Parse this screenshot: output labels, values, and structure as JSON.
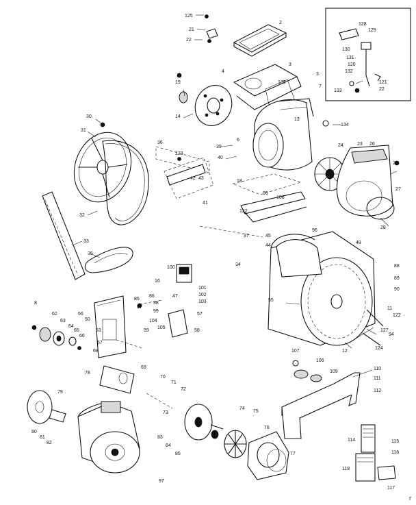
{
  "diagram": {
    "corner_mark": "r",
    "labels": [
      {
        "id": "l125",
        "text": "125"
      },
      {
        "id": "l2a",
        "text": "2"
      },
      {
        "id": "l21",
        "text": "21"
      },
      {
        "id": "l22a",
        "text": "22"
      },
      {
        "id": "l3a",
        "text": "3"
      },
      {
        "id": "l4",
        "text": "4"
      },
      {
        "id": "l3b",
        "text": "3"
      },
      {
        "id": "l135",
        "text": "135"
      },
      {
        "id": "l7",
        "text": "7"
      },
      {
        "id": "l19",
        "text": "19"
      },
      {
        "id": "l14",
        "text": "14"
      },
      {
        "id": "l13",
        "text": "13"
      },
      {
        "id": "l134",
        "text": "134"
      },
      {
        "id": "l128",
        "text": "128"
      },
      {
        "id": "l129",
        "text": "129"
      },
      {
        "id": "l130",
        "text": "130"
      },
      {
        "id": "l131",
        "text": "131"
      },
      {
        "id": "l120",
        "text": "120"
      },
      {
        "id": "l132",
        "text": "132"
      },
      {
        "id": "l133",
        "text": "133"
      },
      {
        "id": "l121",
        "text": "121"
      },
      {
        "id": "l22b",
        "text": "22"
      },
      {
        "id": "l30",
        "text": "30"
      },
      {
        "id": "l31",
        "text": "31"
      },
      {
        "id": "l36",
        "text": "36"
      },
      {
        "id": "l123",
        "text": "123"
      },
      {
        "id": "l42",
        "text": "42"
      },
      {
        "id": "l43",
        "text": "43"
      },
      {
        "id": "l41",
        "text": "41"
      },
      {
        "id": "l39",
        "text": "39"
      },
      {
        "id": "l40",
        "text": "40"
      },
      {
        "id": "l6",
        "text": "6"
      },
      {
        "id": "l24",
        "text": "24"
      },
      {
        "id": "l23",
        "text": "23"
      },
      {
        "id": "l26",
        "text": "26"
      },
      {
        "id": "l25",
        "text": "25"
      },
      {
        "id": "l27",
        "text": "27"
      },
      {
        "id": "l28",
        "text": "28"
      },
      {
        "id": "l32",
        "text": "32"
      },
      {
        "id": "l33",
        "text": "33"
      },
      {
        "id": "l35",
        "text": "35"
      },
      {
        "id": "l18",
        "text": "18"
      },
      {
        "id": "l95",
        "text": "95"
      },
      {
        "id": "l108",
        "text": "108"
      },
      {
        "id": "l122",
        "text": "122"
      },
      {
        "id": "l96",
        "text": "96"
      },
      {
        "id": "l37",
        "text": "37"
      },
      {
        "id": "l34",
        "text": "34"
      },
      {
        "id": "l45",
        "text": "45"
      },
      {
        "id": "l44",
        "text": "44"
      },
      {
        "id": "l48",
        "text": "48"
      },
      {
        "id": "l88",
        "text": "88"
      },
      {
        "id": "l89",
        "text": "89"
      },
      {
        "id": "l90",
        "text": "90"
      },
      {
        "id": "l55",
        "text": "55"
      },
      {
        "id": "l100",
        "text": "100"
      },
      {
        "id": "l16",
        "text": "16"
      },
      {
        "id": "l101",
        "text": "101"
      },
      {
        "id": "l102",
        "text": "102"
      },
      {
        "id": "l103",
        "text": "103"
      },
      {
        "id": "l47",
        "text": "47"
      },
      {
        "id": "l85",
        "text": "85"
      },
      {
        "id": "l86",
        "text": "86"
      },
      {
        "id": "l87",
        "text": "87"
      },
      {
        "id": "l98",
        "text": "98"
      },
      {
        "id": "l99",
        "text": "99"
      },
      {
        "id": "l104",
        "text": "104"
      },
      {
        "id": "l105",
        "text": "105"
      },
      {
        "id": "l57",
        "text": "57"
      },
      {
        "id": "l58",
        "text": "58"
      },
      {
        "id": "l59",
        "text": "59"
      },
      {
        "id": "l11",
        "text": "11"
      },
      {
        "id": "l12",
        "text": "12"
      },
      {
        "id": "l127",
        "text": "127"
      },
      {
        "id": "l94",
        "text": "94"
      },
      {
        "id": "l124",
        "text": "124"
      },
      {
        "id": "l122b",
        "text": "122"
      },
      {
        "id": "l8",
        "text": "8"
      },
      {
        "id": "l62",
        "text": "62"
      },
      {
        "id": "l63",
        "text": "63"
      },
      {
        "id": "l64",
        "text": "64"
      },
      {
        "id": "l65",
        "text": "65"
      },
      {
        "id": "l66",
        "text": "66"
      },
      {
        "id": "l56",
        "text": "56"
      },
      {
        "id": "l50",
        "text": "50"
      },
      {
        "id": "l53",
        "text": "53"
      },
      {
        "id": "l67",
        "text": "67"
      },
      {
        "id": "l68",
        "text": "68"
      },
      {
        "id": "l78",
        "text": "78"
      },
      {
        "id": "l69",
        "text": "69"
      },
      {
        "id": "l70",
        "text": "70"
      },
      {
        "id": "l71",
        "text": "71"
      },
      {
        "id": "l72",
        "text": "72"
      },
      {
        "id": "l73",
        "text": "73"
      },
      {
        "id": "l74",
        "text": "74"
      },
      {
        "id": "l75",
        "text": "75"
      },
      {
        "id": "l76",
        "text": "76"
      },
      {
        "id": "l77",
        "text": "77"
      },
      {
        "id": "l107",
        "text": "107"
      },
      {
        "id": "l106",
        "text": "106"
      },
      {
        "id": "l109",
        "text": "109"
      },
      {
        "id": "l110",
        "text": "110"
      },
      {
        "id": "l111",
        "text": "111"
      },
      {
        "id": "l112",
        "text": "112"
      },
      {
        "id": "l79",
        "text": "79"
      },
      {
        "id": "l80",
        "text": "80"
      },
      {
        "id": "l81",
        "text": "81"
      },
      {
        "id": "l82",
        "text": "82"
      },
      {
        "id": "l83",
        "text": "83"
      },
      {
        "id": "l84",
        "text": "84"
      },
      {
        "id": "l85b",
        "text": "85"
      },
      {
        "id": "l97",
        "text": "97"
      },
      {
        "id": "l114",
        "text": "114"
      },
      {
        "id": "l115",
        "text": "115"
      },
      {
        "id": "l116",
        "text": "116"
      },
      {
        "id": "l118",
        "text": "118"
      },
      {
        "id": "l117",
        "text": "117"
      }
    ]
  }
}
